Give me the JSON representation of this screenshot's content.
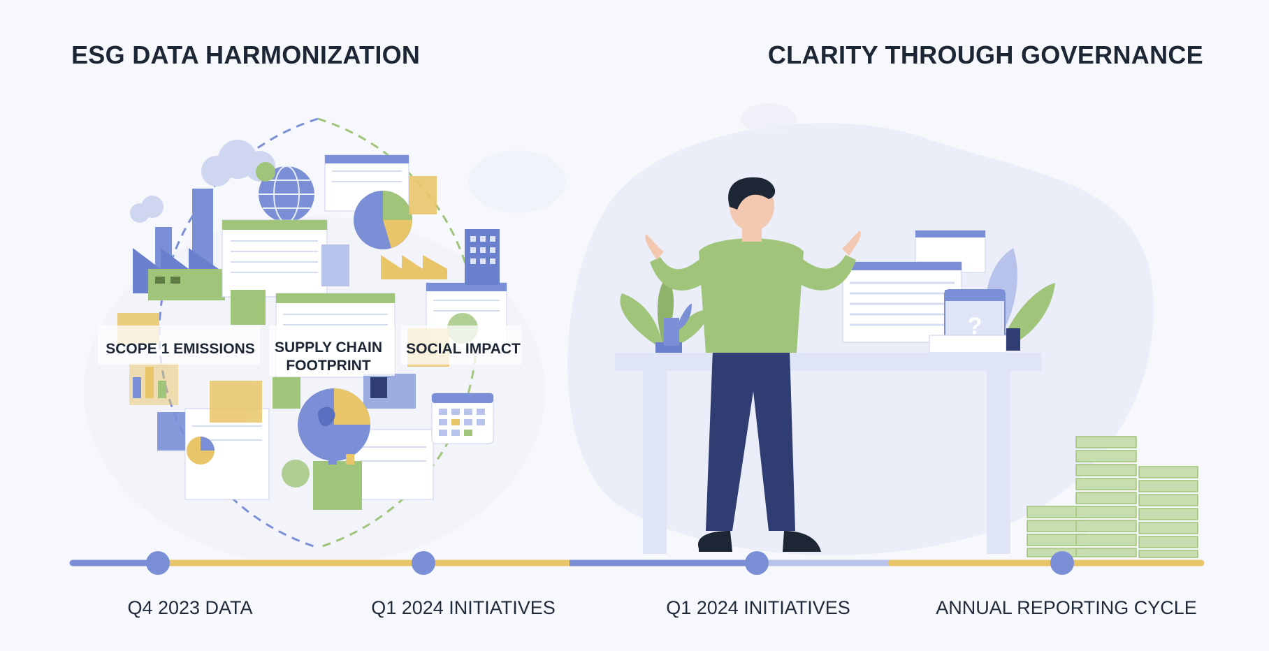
{
  "header": {
    "left_title": "ESG DATA HARMONIZATION",
    "right_title": "CLARITY THROUGH GOVERNANCE"
  },
  "data_cloud": {
    "labels": {
      "scope1": "SCOPE 1 EMISSIONS",
      "supply_line1": "SUPPLY CHAIN",
      "supply_line2": "FOOTPRINT",
      "social": "SOCIAL IMPACT"
    }
  },
  "timeline": {
    "milestones": [
      {
        "label": "Q4 2023 DATA"
      },
      {
        "label": "Q1 2024 INITIATIVES"
      },
      {
        "label": "Q1 2024 INITIATIVES"
      },
      {
        "label": "ANNUAL REPORTING CYCLE"
      }
    ]
  },
  "colors": {
    "blue": "#7b8fd6",
    "yellow": "#e9c56a",
    "green": "#9fc47a",
    "navy": "#2f3d72",
    "text": "#1c2634"
  }
}
